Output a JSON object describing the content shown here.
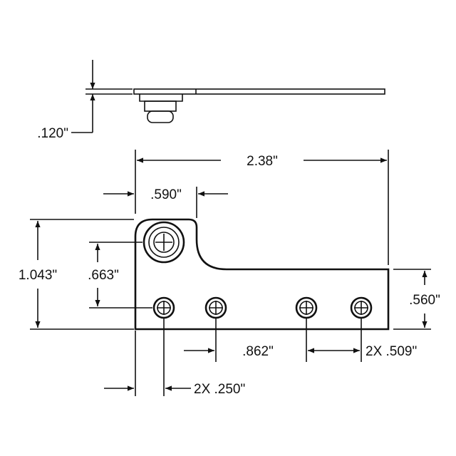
{
  "dimensions": {
    "thickness": ".120\"",
    "overall_length": "2.38\"",
    "hub_width": ".590\"",
    "overall_height": "1.043\"",
    "hub_center_height": ".663\"",
    "arm_height": ".560\"",
    "hole_spacing_center": ".862\"",
    "hole_spacing_pair": "2X .509\"",
    "edge_offset": "2X .250\""
  },
  "colors": {
    "line": "#111111",
    "background": "#ffffff"
  }
}
